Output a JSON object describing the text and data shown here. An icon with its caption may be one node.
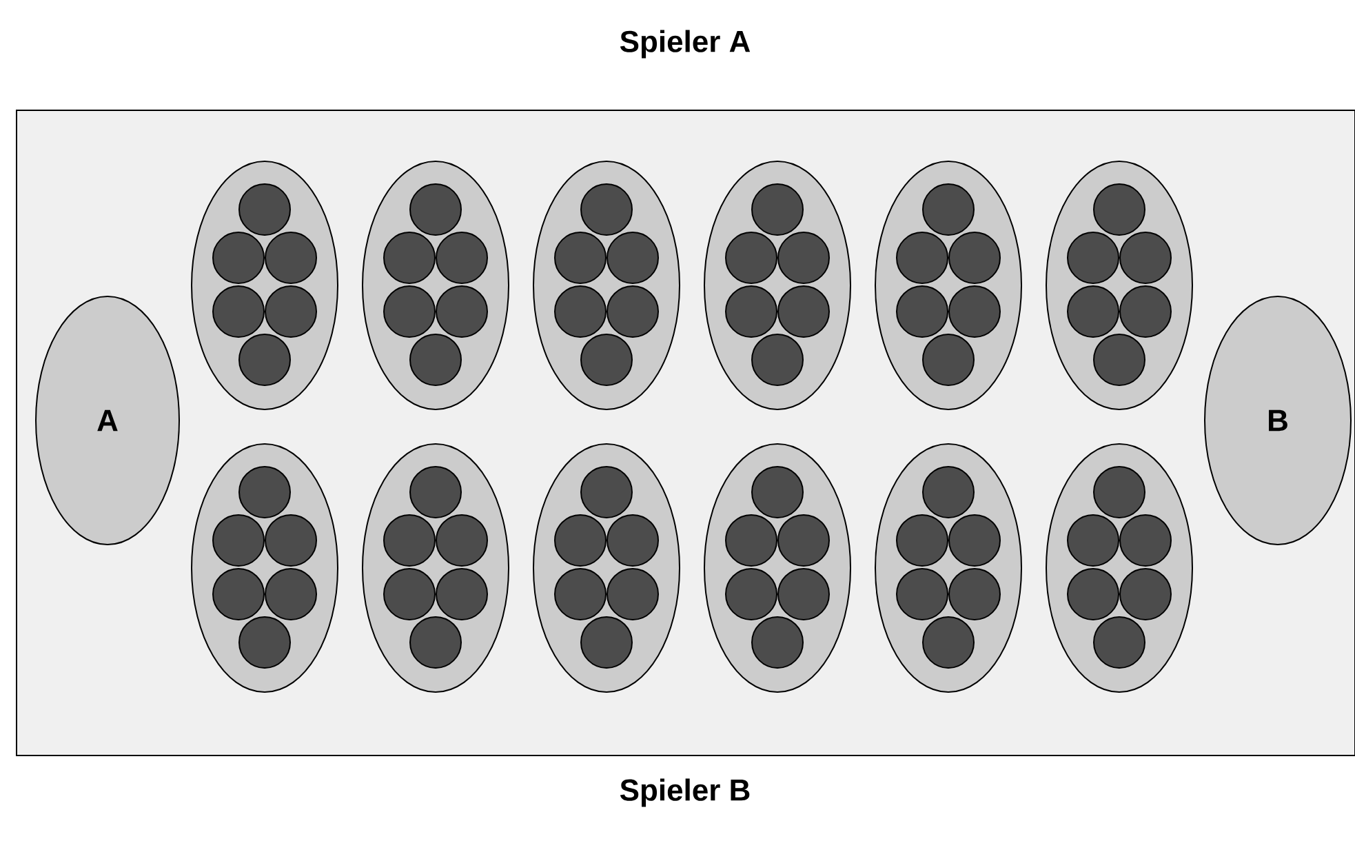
{
  "diagram": {
    "nodes": [
      {
        "text": [],
        "shape": "box"
      },
      {
        "text": [
          "A"
        ],
        "in": 0
      },
      {
        "text": [],
        "shape": "ellipse",
        "in": 0
      },
      {
        "text": [],
        "shape": "ellipse",
        "in": 0
      },
      {
        "text": [],
        "shape": "ellipse",
        "in": 0
      },
      {
        "text": [],
        "shape": "ellipse",
        "in": 0
      },
      {
        "text": [],
        "shape": "ellipse",
        "in": 0
      },
      {
        "text": [],
        "shape": "ellipse",
        "in": 0
      },
      {
        "text": [],
        "shape": "ellipse",
        "in": 0
      },
      {
        "text": [],
        "shape": "ellipse",
        "in": 0
      },
      {
        "text": [],
        "shape": "ellipse",
        "in": 0
      },
      {
        "text": [],
        "shape": "ellipse",
        "in": 0
      },
      {
        "text": [],
        "shape": "ellipse",
        "in": 0
      },
      {
        "text": [],
        "shape": "ellipse",
        "in": 0
      },
      {
        "text": [
          "B"
        ],
        "in": 0
      }
    ],
    "labels": [
      "Spieler A",
      "Spieler B"
    ]
  }
}
